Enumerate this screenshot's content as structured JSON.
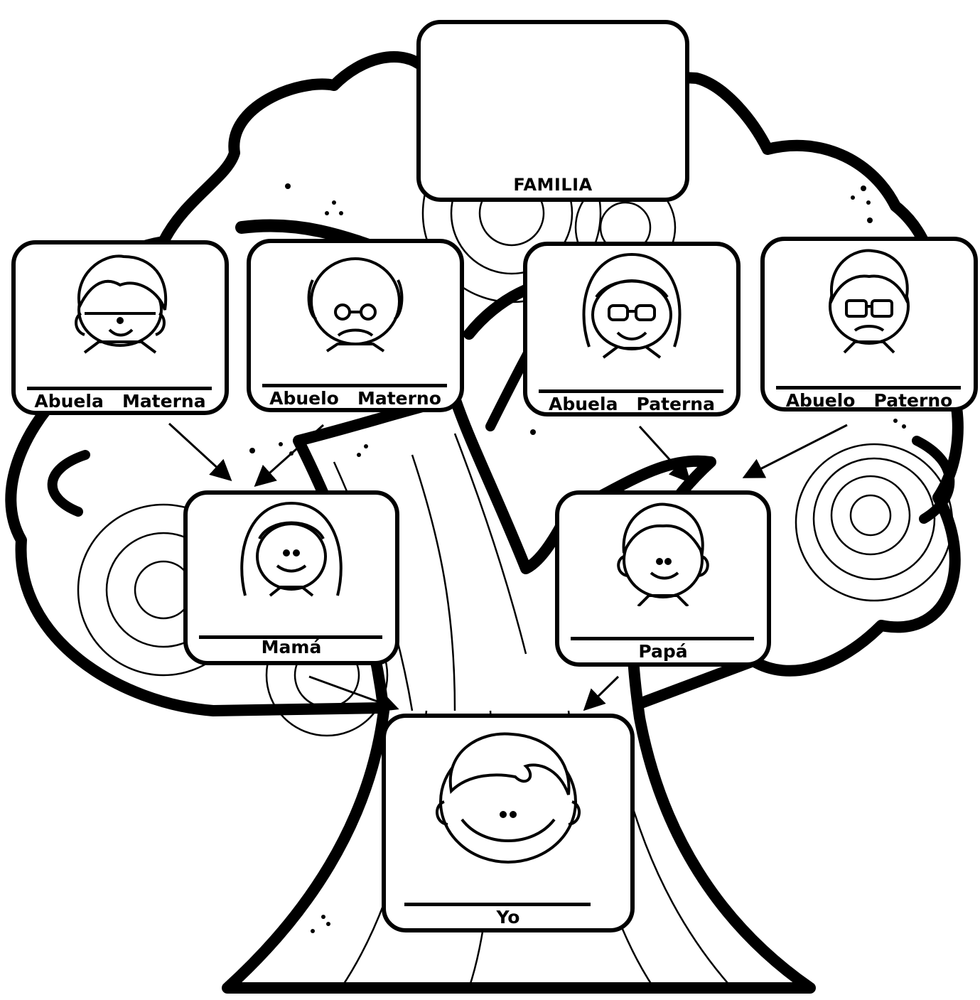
{
  "diagram": {
    "title_label": "FAMILIA",
    "members": {
      "abuela_materna": "Abuela   Materna",
      "abuelo_materno": "Abuelo   Materno",
      "abuela_paterna": "Abuela   Paterna",
      "abuelo_paterno": "Abuelo   Paterno",
      "mama": "Mamá",
      "papa": "Papá",
      "yo": "Yo"
    },
    "icons": [
      "tree-illustration",
      "grandmother-face-icon",
      "grandfather-face-icon",
      "mother-face-icon",
      "father-face-icon",
      "child-face-icon",
      "arrow-icon"
    ],
    "colors": {
      "ink": "#000000",
      "paper": "#ffffff"
    }
  }
}
